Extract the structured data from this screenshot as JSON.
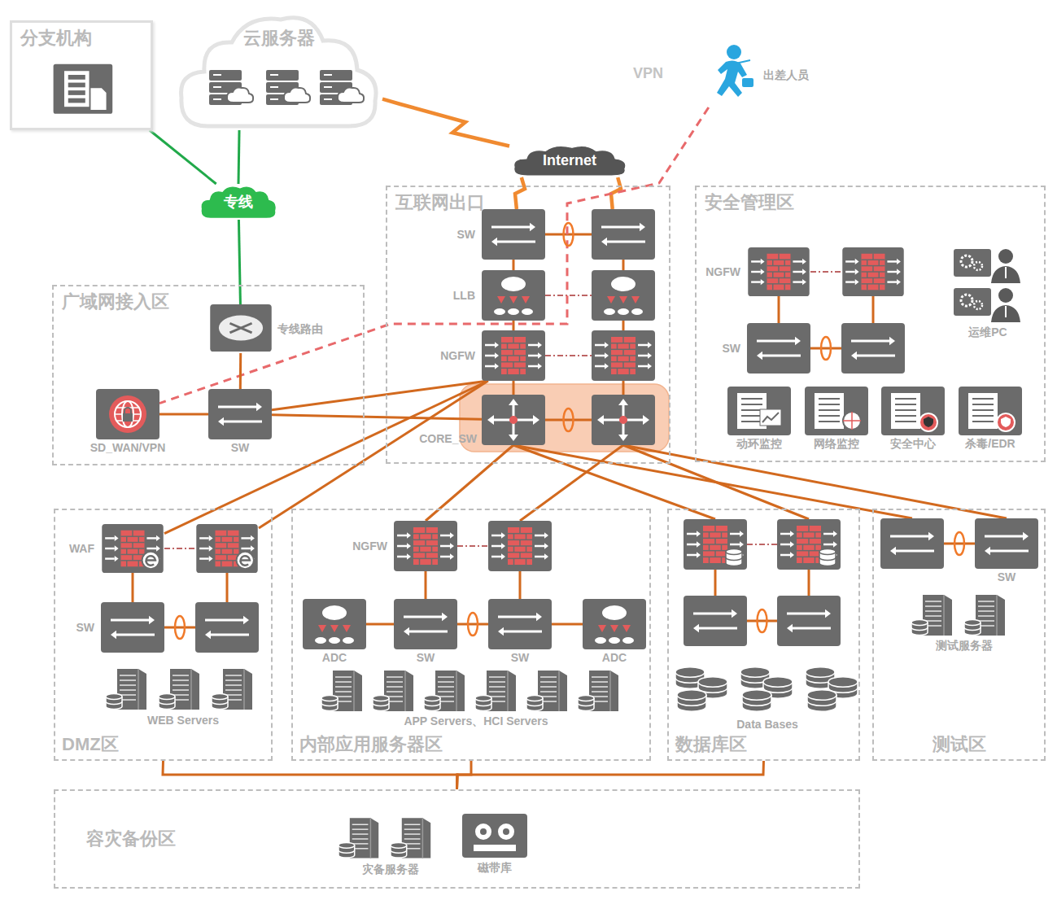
{
  "diagram": {
    "nodes": [
      {
        "text": [
          "分支机构"
        ]
      },
      {
        "text": [
          "云服务器"
        ]
      },
      {
        "text": [
          "出差人员"
        ]
      },
      {
        "text": [
          "Internet"
        ]
      },
      {
        "text": [
          "专线"
        ]
      },
      {
        "text": [
          "互联网出口"
        ]
      },
      {
        "text": [
          "SW"
        ],
        "in": 5
      },
      {
        "text": [],
        "in": 5
      },
      {
        "text": [
          "LLB"
        ],
        "in": 5
      },
      {
        "text": [],
        "in": 5
      },
      {
        "text": [
          "NGFW"
        ],
        "in": 5
      },
      {
        "text": [],
        "in": 5
      },
      {
        "text": [
          "CORE_SW"
        ],
        "in": 5
      },
      {
        "text": [],
        "in": 5
      },
      {
        "text": [
          "安全管理区"
        ]
      },
      {
        "text": [
          "NGFW"
        ],
        "in": 14
      },
      {
        "text": [],
        "in": 14
      },
      {
        "text": [
          "SW"
        ],
        "in": 14
      },
      {
        "text": [],
        "in": 14
      },
      {
        "text": [
          "运维PC"
        ],
        "in": 14
      },
      {
        "text": [
          "动环监控"
        ],
        "in": 14
      },
      {
        "text": [
          "网络监控"
        ],
        "in": 14
      },
      {
        "text": [
          "安全中心"
        ],
        "in": 14
      },
      {
        "text": [
          "杀毒/EDR"
        ],
        "in": 14
      },
      {
        "text": [
          "广域网接入区"
        ]
      },
      {
        "text": [
          "专线路由"
        ],
        "in": 24
      },
      {
        "text": [
          "SD_WAN/VPN"
        ],
        "in": 24
      },
      {
        "text": [
          "SW"
        ],
        "in": 24
      },
      {
        "text": [
          "DMZ区"
        ]
      },
      {
        "text": [
          "WAF"
        ],
        "in": 28
      },
      {
        "text": [],
        "in": 28
      },
      {
        "text": [
          "SW"
        ],
        "in": 28
      },
      {
        "text": [],
        "in": 28
      },
      {
        "text": [
          "WEB Servers"
        ],
        "in": 28
      },
      {
        "text": [
          "内部应用服务器区"
        ]
      },
      {
        "text": [
          "NGFW"
        ],
        "in": 34
      },
      {
        "text": [],
        "in": 34
      },
      {
        "text": [
          "ADC"
        ],
        "in": 34
      },
      {
        "text": [
          "SW"
        ],
        "in": 34
      },
      {
        "text": [
          "SW"
        ],
        "in": 34
      },
      {
        "text": [
          "ADC"
        ],
        "in": 34
      },
      {
        "text": [
          "APP Servers、HCI Servers"
        ],
        "in": 34
      },
      {
        "text": [
          "数据库区"
        ]
      },
      {
        "text": [],
        "in": 42
      },
      {
        "text": [],
        "in": 42
      },
      {
        "text": [],
        "in": 42
      },
      {
        "text": [],
        "in": 42
      },
      {
        "text": [
          "Data Bases"
        ],
        "in": 42
      },
      {
        "text": [
          "测试区"
        ]
      },
      {
        "text": [],
        "in": 48
      },
      {
        "text": [
          "SW"
        ],
        "in": 48
      },
      {
        "text": [
          "测试服务器"
        ],
        "in": 48
      },
      {
        "text": [
          "容灾备份区"
        ]
      },
      {
        "text": [
          "灾备服务器"
        ],
        "in": 52
      },
      {
        "text": [
          "磁带库"
        ],
        "in": 52
      }
    ],
    "edges": [
      {
        "from": 0,
        "to": 4,
        "arrow": "none"
      },
      {
        "from": 1,
        "to": 4,
        "arrow": "none"
      },
      {
        "from": 4,
        "to": 25,
        "arrow": "none"
      },
      {
        "from": 1,
        "to": 3,
        "arrow": "none"
      },
      {
        "from": 3,
        "to": 6,
        "arrow": "none"
      },
      {
        "from": 3,
        "to": 7,
        "arrow": "none"
      },
      {
        "from": 6,
        "to": 7,
        "arrow": "none"
      },
      {
        "from": 6,
        "to": 8,
        "arrow": "none"
      },
      {
        "from": 7,
        "to": 9,
        "arrow": "none"
      },
      {
        "from": 8,
        "to": 9,
        "arrow": "none"
      },
      {
        "from": 8,
        "to": 10,
        "arrow": "none"
      },
      {
        "from": 9,
        "to": 11,
        "arrow": "none"
      },
      {
        "from": 10,
        "to": 11,
        "arrow": "none"
      },
      {
        "from": 10,
        "to": 12,
        "arrow": "none"
      },
      {
        "from": 11,
        "to": 13,
        "arrow": "none"
      },
      {
        "from": 12,
        "to": 13,
        "arrow": "none"
      },
      {
        "from": 2,
        "to": 26,
        "label": "VPN",
        "arrow": "none"
      },
      {
        "from": 25,
        "to": 27,
        "arrow": "none"
      },
      {
        "from": 26,
        "to": 27,
        "arrow": "none"
      },
      {
        "from": 27,
        "to": 10,
        "arrow": "none"
      },
      {
        "from": 27,
        "to": 12,
        "arrow": "none"
      },
      {
        "from": 29,
        "to": 10,
        "arrow": "none"
      },
      {
        "from": 30,
        "to": 10,
        "arrow": "none"
      },
      {
        "from": 12,
        "to": 35,
        "arrow": "none"
      },
      {
        "from": 13,
        "to": 36,
        "arrow": "none"
      },
      {
        "from": 12,
        "to": 43,
        "arrow": "none"
      },
      {
        "from": 13,
        "to": 44,
        "arrow": "none"
      },
      {
        "from": 12,
        "to": 49,
        "arrow": "none"
      },
      {
        "from": 13,
        "to": 50,
        "arrow": "none"
      },
      {
        "from": 15,
        "to": 16,
        "arrow": "none"
      },
      {
        "from": 15,
        "to": 17,
        "arrow": "none"
      },
      {
        "from": 16,
        "to": 18,
        "arrow": "none"
      },
      {
        "from": 17,
        "to": 18,
        "arrow": "none"
      },
      {
        "from": 29,
        "to": 30,
        "arrow": "none"
      },
      {
        "from": 29,
        "to": 31,
        "arrow": "none"
      },
      {
        "from": 30,
        "to": 32,
        "arrow": "none"
      },
      {
        "from": 31,
        "to": 32,
        "arrow": "none"
      },
      {
        "from": 35,
        "to": 36,
        "arrow": "none"
      },
      {
        "from": 35,
        "to": 38,
        "arrow": "none"
      },
      {
        "from": 36,
        "to": 39,
        "arrow": "none"
      },
      {
        "from": 37,
        "to": 38,
        "arrow": "none"
      },
      {
        "from": 38,
        "to": 39,
        "arrow": "none"
      },
      {
        "from": 39,
        "to": 40,
        "arrow": "none"
      },
      {
        "from": 43,
        "to": 44,
        "arrow": "none"
      },
      {
        "from": 43,
        "to": 45,
        "arrow": "none"
      },
      {
        "from": 44,
        "to": 46,
        "arrow": "none"
      },
      {
        "from": 45,
        "to": 46,
        "arrow": "none"
      },
      {
        "from": 49,
        "to": 50,
        "arrow": "none"
      },
      {
        "from": 28,
        "to": 52,
        "arrow": "none"
      },
      {
        "from": 34,
        "to": 52,
        "arrow": "none"
      },
      {
        "from": 42,
        "to": 52,
        "arrow": "none"
      }
    ]
  }
}
